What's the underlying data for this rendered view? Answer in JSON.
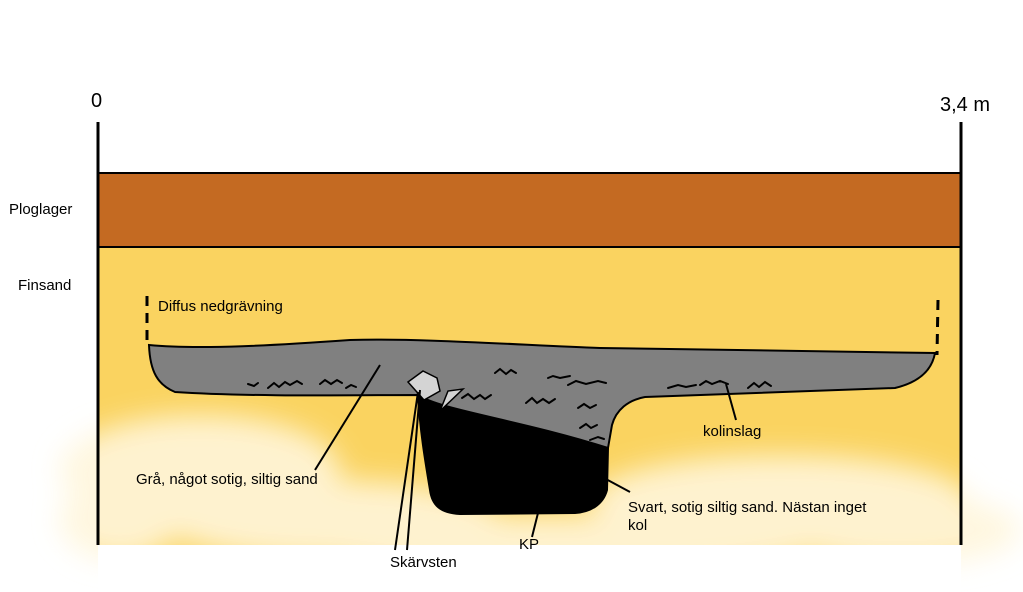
{
  "scale": {
    "start": "0",
    "end": "3,4 m"
  },
  "layers": {
    "plough": "Ploglager",
    "fine_sand": "Finsand"
  },
  "annotations": {
    "diffuse": "Diffus nedgrävning",
    "grey_sand": "Grå, något sotig, siltig sand",
    "charcoal": "kolinslag",
    "black_sand": "Svart, sotig siltig sand. Nästan inget kol",
    "kp": "KP",
    "fire_stone": "Skärvsten"
  },
  "colors": {
    "plough": "#c46a22",
    "fine_sand": "#fad360",
    "grey_fill": "#808080",
    "black_fill": "#000000",
    "stone": "#d4d4d4"
  }
}
